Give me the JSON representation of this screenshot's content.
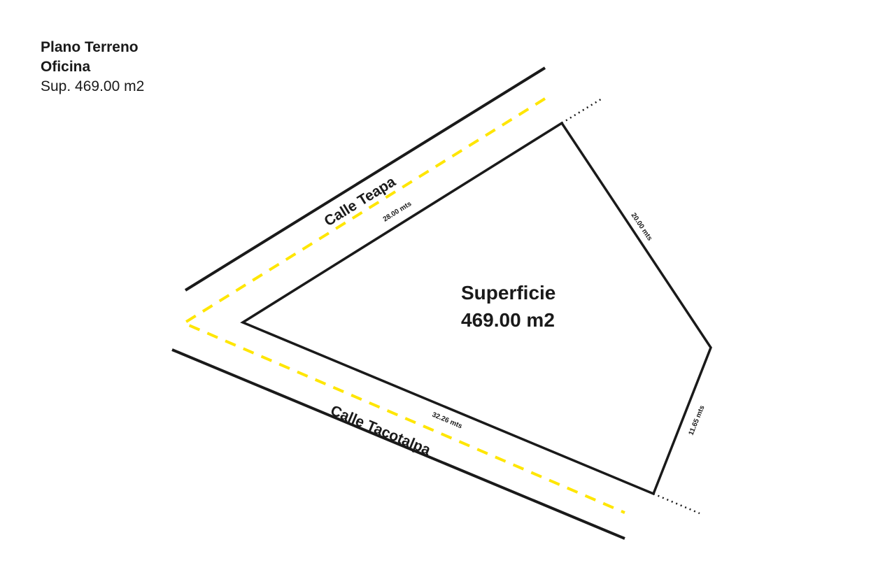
{
  "header": {
    "title_line1": "Plano Terreno",
    "title_line2": "Oficina",
    "subtitle": "Sup. 469.00 m2"
  },
  "streets": {
    "north": "Calle Teapa",
    "south": "Calle Tacotalpa"
  },
  "dimensions": {
    "north_side": "28.00 mts",
    "east_side": "20.00 mts",
    "southeast_side": "11.65 mts",
    "south_side": "32.26 mts"
  },
  "area": {
    "label": "Superficie",
    "value": "469.00 m2"
  },
  "colors": {
    "line": "#1a1a1a",
    "centerline": "#ffe600",
    "background": "#ffffff"
  }
}
